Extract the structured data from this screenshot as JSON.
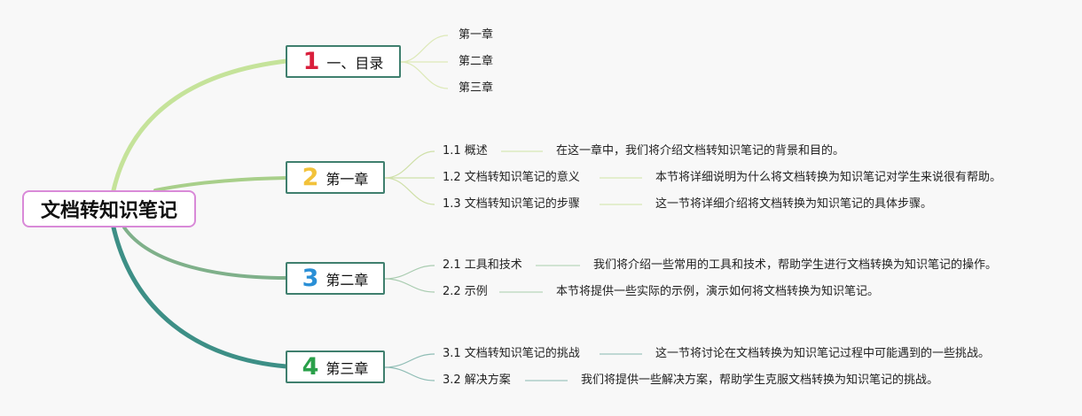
{
  "root": {
    "title": "文档转知识笔记"
  },
  "branches": [
    {
      "number": "1",
      "label": "一、目录",
      "number_color": "#d91f3c",
      "children": [
        {
          "label": "第一章"
        },
        {
          "label": "第二章"
        },
        {
          "label": "第三章"
        }
      ]
    },
    {
      "number": "2",
      "label": "第一章",
      "number_color": "#f2c23a",
      "children": [
        {
          "label": "1.1 概述",
          "detail": "在这一章中，我们将介绍文档转知识笔记的背景和目的。"
        },
        {
          "label": "1.2 文档转知识笔记的意义",
          "detail": "本节将详细说明为什么将文档转换为知识笔记对学生来说很有帮助。"
        },
        {
          "label": "1.3 文档转知识笔记的步骤",
          "detail": "这一节将详细介绍将文档转换为知识笔记的具体步骤。"
        }
      ]
    },
    {
      "number": "3",
      "label": "第二章",
      "number_color": "#2a8fd6",
      "children": [
        {
          "label": "2.1 工具和技术",
          "detail": "我们将介绍一些常用的工具和技术，帮助学生进行文档转换为知识笔记的操作。"
        },
        {
          "label": "2.2 示例",
          "detail": "本节将提供一些实际的示例，演示如何将文档转换为知识笔记。"
        }
      ]
    },
    {
      "number": "4",
      "label": "第三章",
      "number_color": "#2aa04a",
      "children": [
        {
          "label": "3.1 文档转知识笔记的挑战",
          "detail": "这一节将讨论在文档转换为知识笔记过程中可能遇到的一些挑战。"
        },
        {
          "label": "3.2 解决方案",
          "detail": "我们将提供一些解决方案，帮助学生克服文档转换为知识笔记的挑战。"
        }
      ]
    }
  ],
  "colors": {
    "branch_1_line": "#c5e39a",
    "branch_2_line": "#a8cf8a",
    "branch_3_line": "#7fb08a",
    "branch_4_line": "#3d8f86",
    "root_border": "#d98ad8",
    "branch_border": "#3f7f6e"
  }
}
